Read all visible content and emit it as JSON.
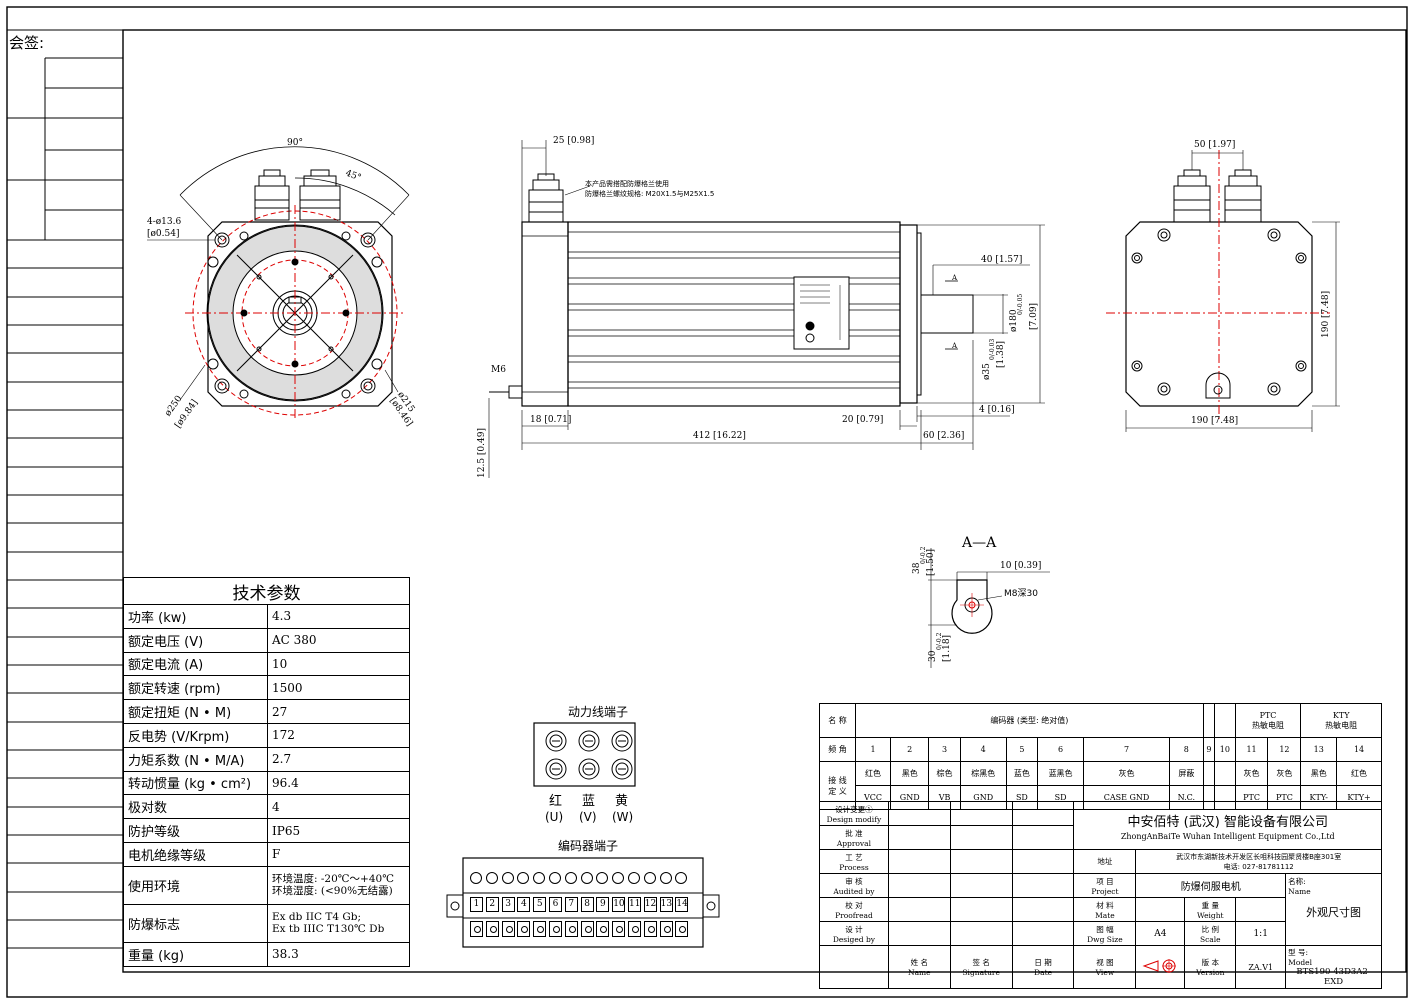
{
  "signoff": {
    "label": "会签:"
  },
  "front_view": {
    "angle_90": "90°",
    "angle_45": "45°",
    "hole_spec": "4-ø13.6",
    "hole_spec_in": "[ø0.54]",
    "dia_250": "ø250",
    "dia_250_in": "[ø9.84]",
    "dia_215": "ø215",
    "dia_215_in": "[ø8.46]"
  },
  "side_view": {
    "dim_25": "25 [0.98]",
    "note_line1": "本产品需搭配防爆格兰使用",
    "note_line2": "防爆格兰螺纹规格: M20X1.5与M25X1.5",
    "dim_40": "40 [1.57]",
    "dim_180": "ø180",
    "dim_180_tol": "0/-0.05",
    "dim_180_in": "[7.09]",
    "dim_35": "ø35",
    "dim_35_tol": "0/-0.03",
    "dim_35_in": "[1.38]",
    "m6": "M6",
    "dim_18": "18 [0.71]",
    "dim_20": "20 [0.79]",
    "dim_4": "4 [0.16]",
    "dim_412": "412 [16.22]",
    "dim_60": "60 [2.36]",
    "dim_12_5": "12.5 [0.49]",
    "section_mark": "A"
  },
  "back_view": {
    "dim_50": "50 [1.97]",
    "dim_190v": "190 [7.48]",
    "dim_190h": "190 [7.48]"
  },
  "section": {
    "title": "A—A",
    "dim_38": "38",
    "dim_38_tol": "0/-0.2",
    "dim_38_in": "[1.50]",
    "dim_10": "10 [0.39]",
    "m8": "M8深30",
    "dim_30": "30",
    "dim_30_tol": "0/-0.2",
    "dim_30_in": "[1.18]"
  },
  "power_terminal": {
    "title": "动力线端子",
    "pins": [
      {
        "cn": "红",
        "code": "(U)"
      },
      {
        "cn": "蓝",
        "code": "(V)"
      },
      {
        "cn": "黄",
        "code": "(W)"
      }
    ]
  },
  "encoder_terminal": {
    "title": "编码器端子",
    "pins": [
      "1",
      "2",
      "3",
      "4",
      "5",
      "6",
      "7",
      "8",
      "9",
      "10",
      "11",
      "12",
      "13",
      "14"
    ]
  },
  "tech_params": {
    "title": "技术参数",
    "rows": [
      {
        "label": "功率 (kw)",
        "value": "4.3"
      },
      {
        "label": "额定电压 (V)",
        "value": "AC 380"
      },
      {
        "label": "额定电流 (A)",
        "value": "10"
      },
      {
        "label": "额定转速 (rpm)",
        "value": "1500"
      },
      {
        "label": "额定扭矩 (N • M)",
        "value": "27"
      },
      {
        "label": "反电势 (V/Krpm)",
        "value": "172"
      },
      {
        "label": "力矩系数 (N • M/A)",
        "value": "2.7"
      },
      {
        "label": "转动惯量 (kg • cm²)",
        "value": "96.4"
      },
      {
        "label": "极对数",
        "value": "4"
      },
      {
        "label": "防护等级",
        "value": "IP65"
      },
      {
        "label": "电机绝缘等级",
        "value": "F"
      },
      {
        "label": "使用环境",
        "value": "环境温度: -20℃～+40℃",
        "value2": "环境湿度: (<90%无结露)"
      },
      {
        "label": "防爆标志",
        "value": "Ex db IIC T4 Gb;",
        "value2": "Ex tb IIIC T130℃ Db"
      },
      {
        "label": "重量 (kg)",
        "value": "38.3"
      }
    ]
  },
  "connection_table": {
    "name_label": "名 称",
    "encoder_label": "编码器 (类型: 绝对值)",
    "ptc_label": "PTC",
    "ptc_sub": "热敏电阻",
    "kty_label": "KTY",
    "kty_sub": "热敏电阻",
    "pin_label": "频 角",
    "pins": [
      "1",
      "2",
      "3",
      "4",
      "5",
      "6",
      "7",
      "8",
      "9",
      "10",
      "11",
      "12",
      "13",
      "14"
    ],
    "wire_label": "接 线",
    "def_label": "定 义",
    "colors": [
      "红色",
      "黑色",
      "棕色",
      "棕黑色",
      "蓝色",
      "蓝黑色",
      "灰色",
      "屏蔽",
      "",
      "",
      "灰色",
      "灰色",
      "黑色",
      "红色"
    ],
    "defs": [
      "VCC",
      "GND",
      "VB",
      "GND",
      "SD",
      "SD",
      "CASE GND",
      "N.C.",
      "",
      "",
      "PTC",
      "PTC",
      "KTY-",
      "KTY+"
    ]
  },
  "title_block": {
    "design_modify": "设计变更①",
    "design_modify_en": "Design modify",
    "approval": "批 准",
    "approval_en": "Approval",
    "process": "工 艺",
    "process_en": "Process",
    "audited": "审 核",
    "audited_en": "Audited by",
    "proofread": "校 对",
    "proofread_en": "Proofread",
    "designed": "设 计",
    "designed_en": "Desiged by",
    "company_cn": "中安佰特 (武汉) 智能设备有限公司",
    "company_en": "ZhongAnBaiTe Wuhan Intelligent Equipment Co.,Ltd",
    "address_label": "地址",
    "address": "武汉市东湖新技术开发区长咀科技园聚贤楼B座301室",
    "phone": "电话: 027-81781112",
    "project_label": "项 目",
    "project_en": "Project",
    "project": "防爆伺服电机",
    "name_label": "名称:",
    "name_en": "Name",
    "name_value": "外观尺寸图",
    "material_label": "材 料",
    "material_en": "Mate",
    "weight_label": "重 量",
    "weight_en": "Weight",
    "size_label": "图 幅",
    "size_en": "Dwg Size",
    "size_value": "A4",
    "scale_label": "比 例",
    "scale_en": "Scale",
    "scale_value": "1:1",
    "model_label": "型 号:",
    "model_en": "Model",
    "model_value": "BTS190-43D3A2-EXD",
    "sig_name": "姓 名",
    "sig_name_en": "Name",
    "sig_sign": "签 名",
    "sig_sign_en": "Signature",
    "sig_date": "日 期",
    "sig_date_en": "Date",
    "view_label": "视 图",
    "view_en": "View",
    "version_label": "版 本",
    "version_en": "Version",
    "version_value": "ZA.V1"
  }
}
